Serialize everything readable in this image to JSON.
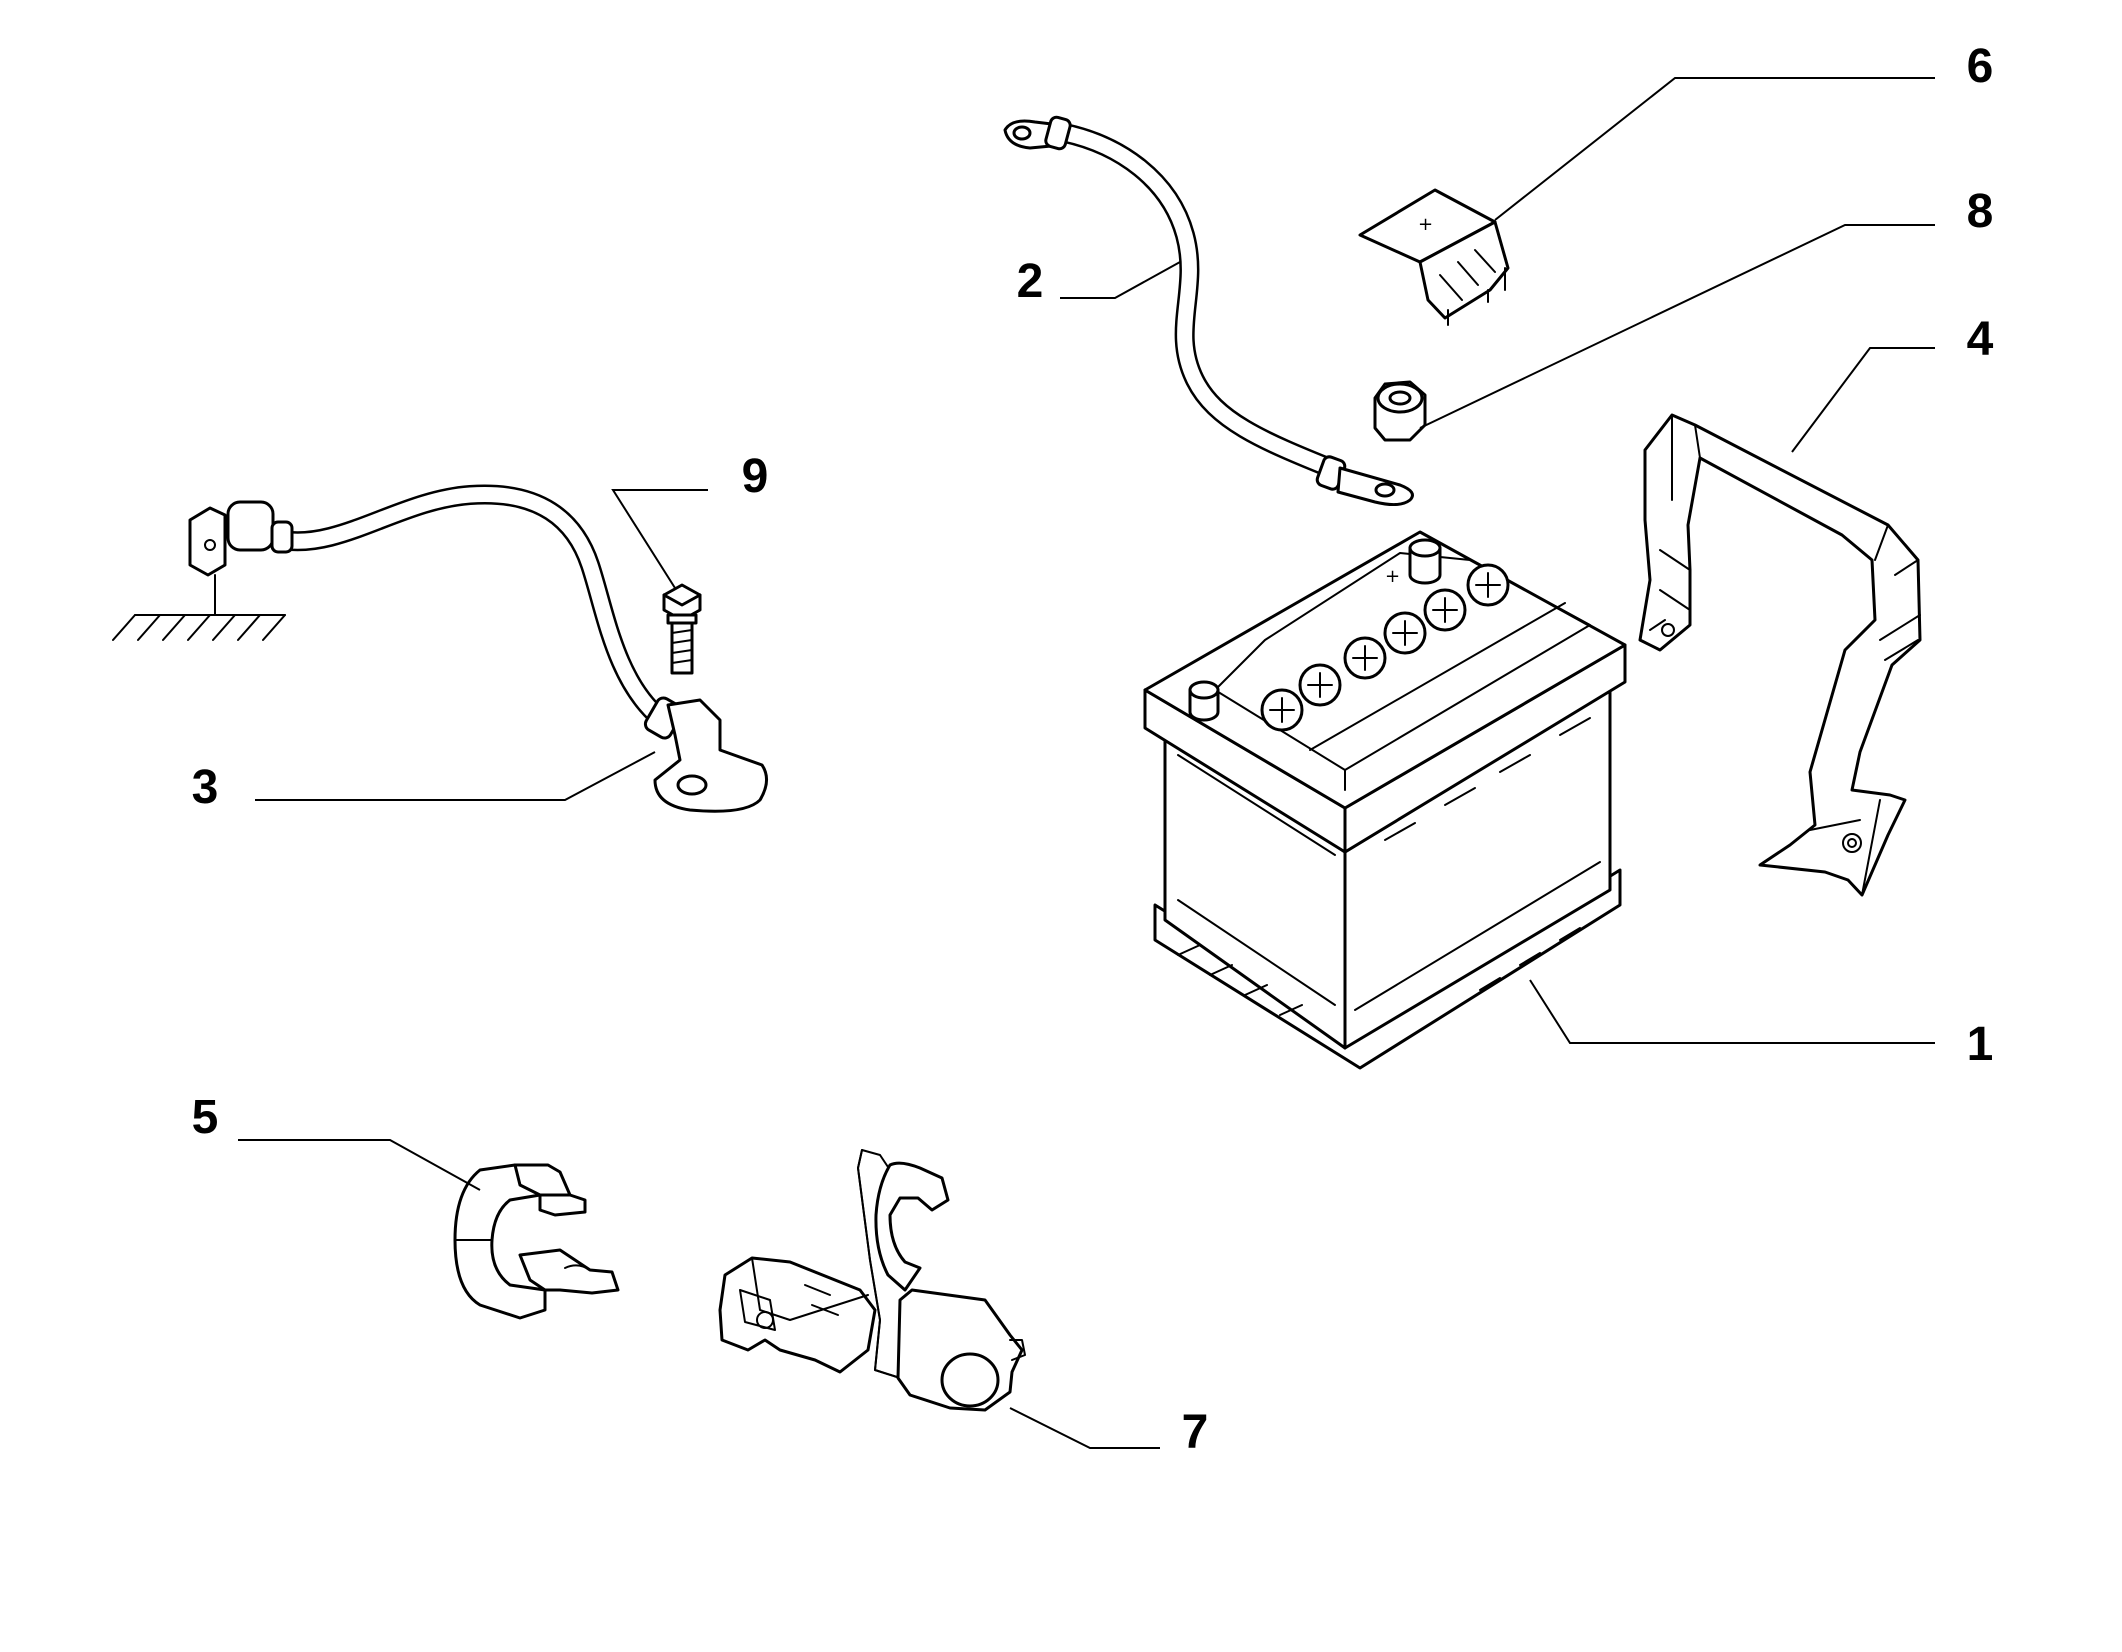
{
  "callouts": {
    "c1": "1",
    "c2": "2",
    "c3": "3",
    "c4": "4",
    "c5": "5",
    "c6": "6",
    "c7": "7",
    "c8": "8",
    "c9": "9"
  },
  "battery": {
    "plus_mark": "+"
  },
  "terminal_cover": {
    "plus_mark": "+"
  }
}
